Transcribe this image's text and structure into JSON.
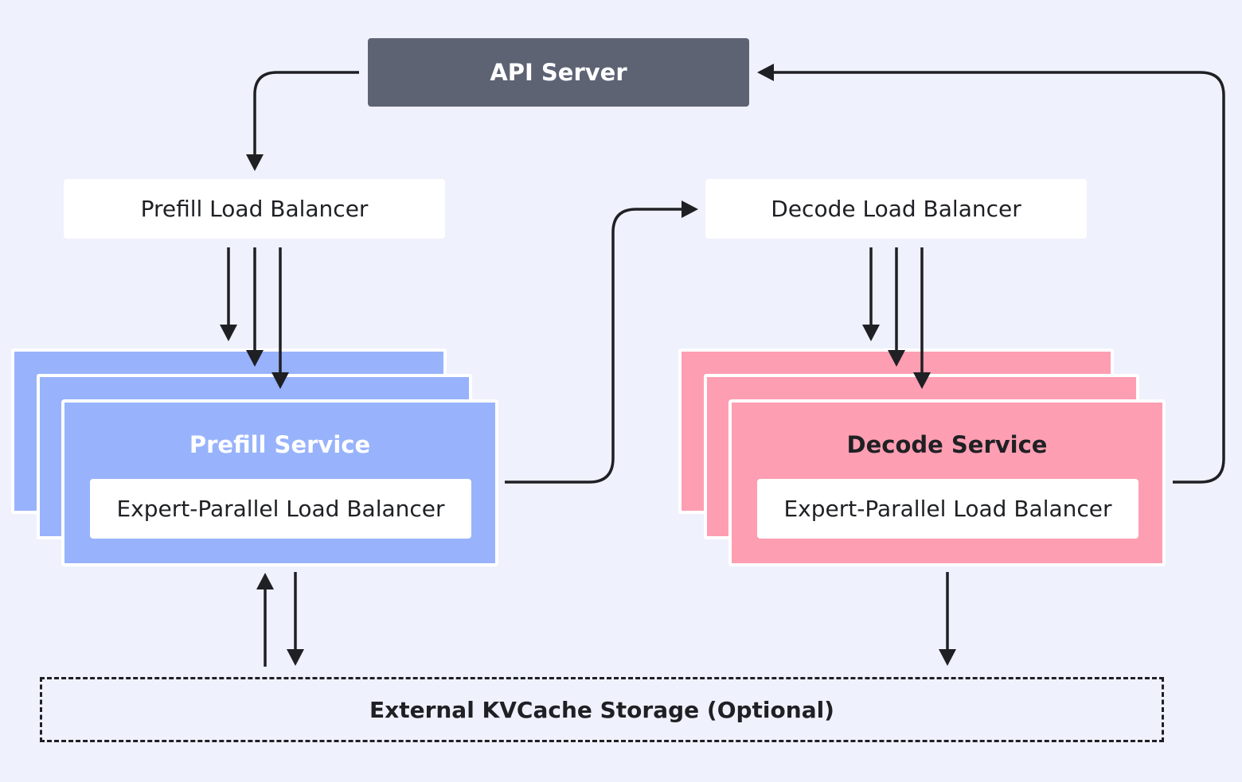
{
  "api_server": {
    "label": "API Server"
  },
  "prefill_load_balancer": {
    "label": "Prefill Load Balancer"
  },
  "decode_load_balancer": {
    "label": "Decode Load Balancer"
  },
  "prefill_service": {
    "title": "Prefill  Service",
    "inner_label": "Expert-Parallel Load Balancer",
    "color": "#98b3fc",
    "title_color": "#ffffff"
  },
  "decode_service": {
    "title": "Decode Service",
    "inner_label": "Expert-Parallel Load Balancer",
    "color": "#fe9eb2",
    "title_color": "#1f2024"
  },
  "external_storage": {
    "label": "External KVCache Storage (Optional)"
  },
  "colors": {
    "background": "#eff1fd",
    "api_server": "#5d6373",
    "arrow": "#1f2024"
  }
}
